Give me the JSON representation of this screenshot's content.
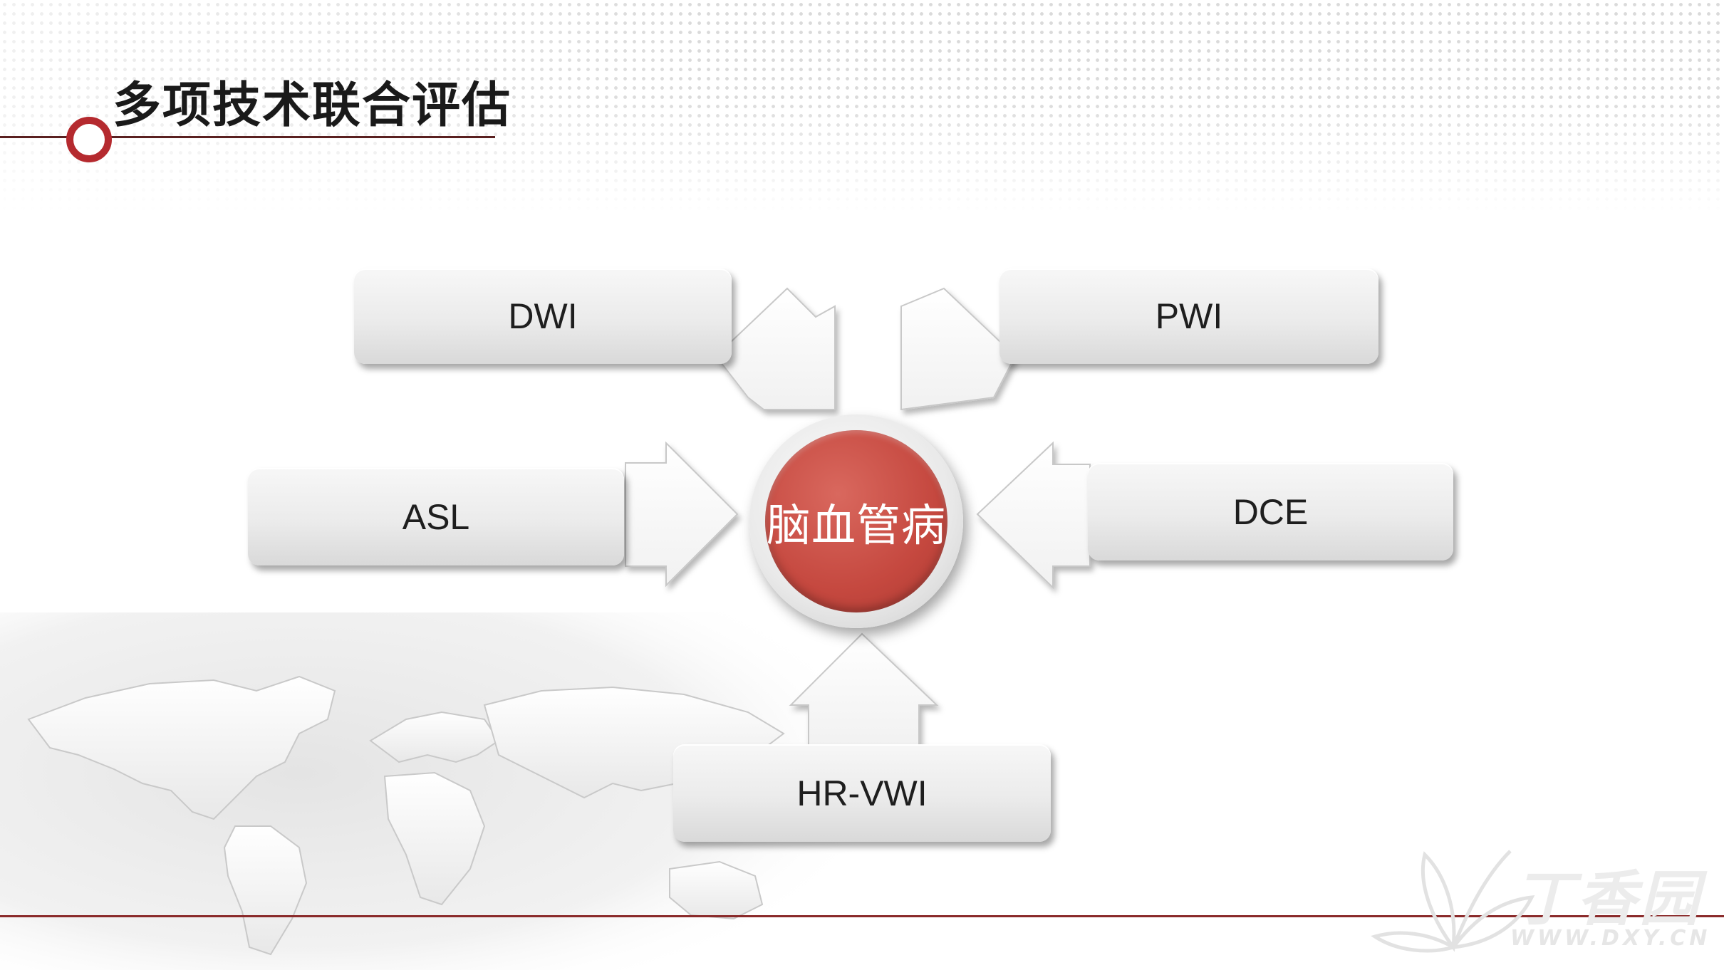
{
  "slide": {
    "title": "多项技术联合评估",
    "center_label": "脑血管病",
    "techniques": {
      "dwi": "DWI",
      "pwi": "PWI",
      "asl": "ASL",
      "dce": "DCE",
      "hrvwi": "HR-VWI"
    }
  },
  "watermark": {
    "brand": "丁香园",
    "url": "WWW.DXY.CN"
  },
  "colors": {
    "accent_red": "#c5483f",
    "title_ring": "#b52a2f",
    "rule_line": "#8a2a2a"
  }
}
